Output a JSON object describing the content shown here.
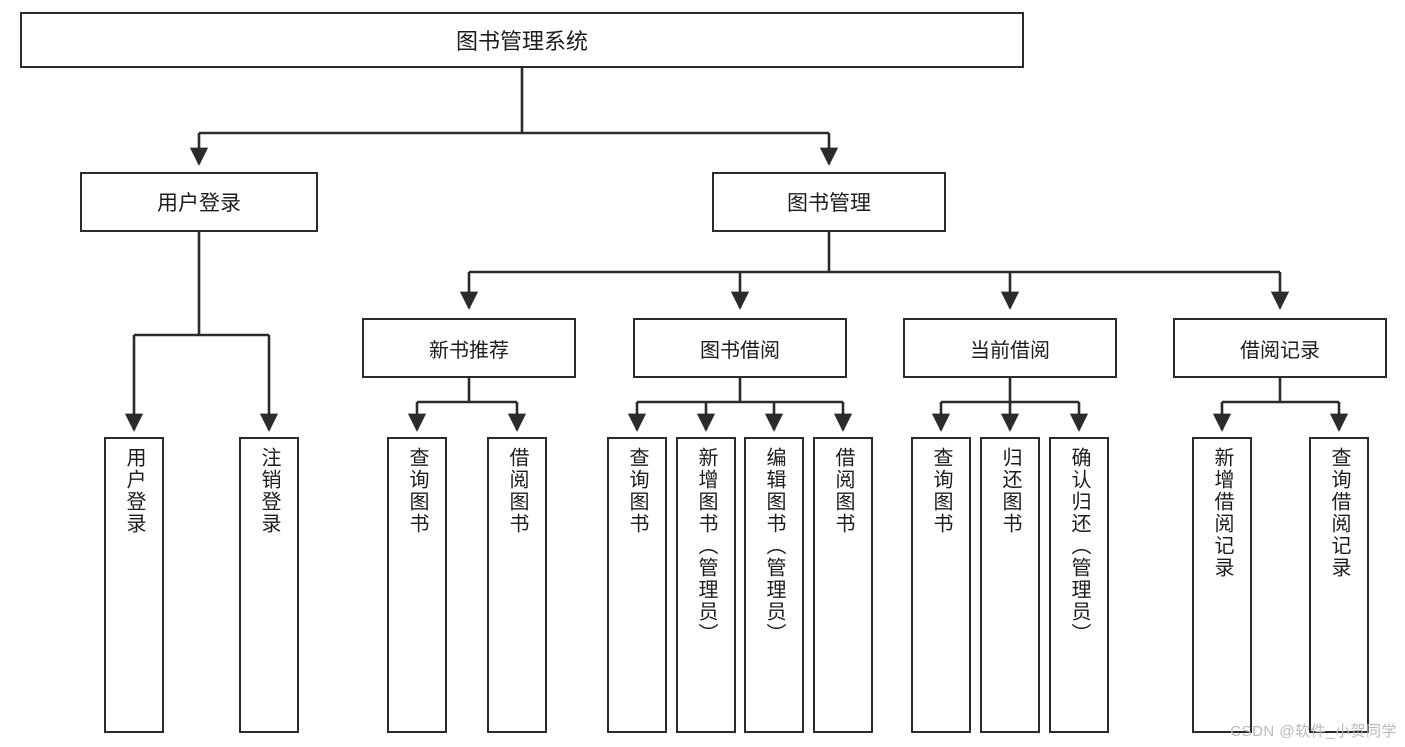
{
  "diagram": {
    "type": "tree",
    "title": "图书管理系统",
    "orientation": "top-down",
    "colors": {
      "background": "#ffffff",
      "box_border": "#2b2b2b",
      "box_fill": "#ffffff",
      "text": "#1d1d1d",
      "connector": "#2b2b2b",
      "watermark": "#b9b9b9"
    },
    "root": {
      "label": "图书管理系统"
    },
    "level1": [
      {
        "label": "用户登录"
      },
      {
        "label": "图书管理"
      }
    ],
    "level2": [
      {
        "label": "新书推荐"
      },
      {
        "label": "图书借阅"
      },
      {
        "label": "当前借阅"
      },
      {
        "label": "借阅记录"
      }
    ],
    "leaves": {
      "user_login": [
        {
          "label": "用户登录"
        },
        {
          "label": "注销登录"
        }
      ],
      "new_book_recommend": [
        {
          "label": "查询图书"
        },
        {
          "label": "借阅图书"
        }
      ],
      "book_borrow": [
        {
          "label": "查询图书"
        },
        {
          "label": "新增图书（管理员）"
        },
        {
          "label": "编辑图书（管理员）"
        },
        {
          "label": "借阅图书"
        }
      ],
      "current_borrow": [
        {
          "label": "查询图书"
        },
        {
          "label": "归还图书"
        },
        {
          "label": "确认归还（管理员）"
        }
      ],
      "borrow_record": [
        {
          "label": "新增借阅记录"
        },
        {
          "label": "查询借阅记录"
        }
      ]
    }
  },
  "watermark": {
    "text": "CSDN @软件_小贺同学"
  }
}
